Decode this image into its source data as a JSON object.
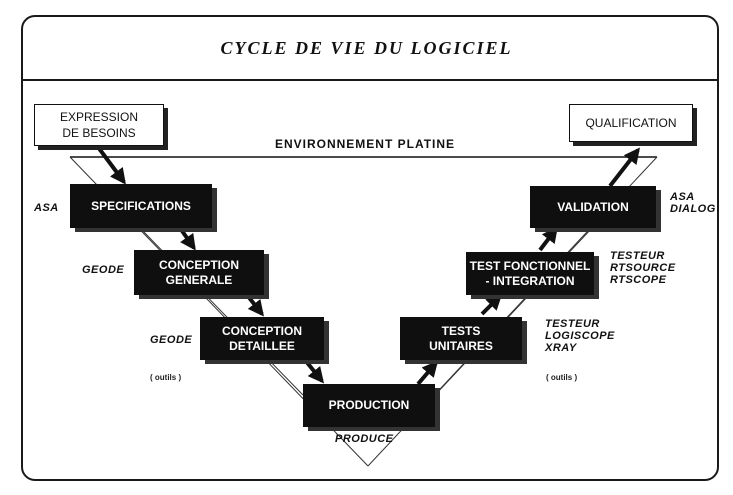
{
  "title": "CYCLE DE VIE DU LOGICIEL",
  "environment": "ENVIRONNEMENT PLATINE",
  "inputs": {
    "expression": "EXPRESSION\nDE BESOINS",
    "qualification": "QUALIFICATION"
  },
  "phases": {
    "specifications": "SPECIFICATIONS",
    "conception_generale": "CONCEPTION\nGENERALE",
    "conception_detaillee": "CONCEPTION\nDETAILLEE",
    "production": "PRODUCTION",
    "tests_unitaires": "TESTS\nUNITAIRES",
    "test_fonctionnel": "TEST FONCTIONNEL\n- INTEGRATION",
    "validation": "VALIDATION"
  },
  "tools": {
    "specifications": "ASA",
    "conception_generale": "GEODE",
    "conception_detaillee": "GEODE",
    "production": "PRODUCE",
    "tests_unitaires": "TESTEUR\nLOGISCOPE\nXRAY",
    "test_fonctionnel": "TESTEUR\nRTSOURCE\nRTSCOPE",
    "validation": "ASA\nDIALOG"
  },
  "outils_label": "( outils )"
}
